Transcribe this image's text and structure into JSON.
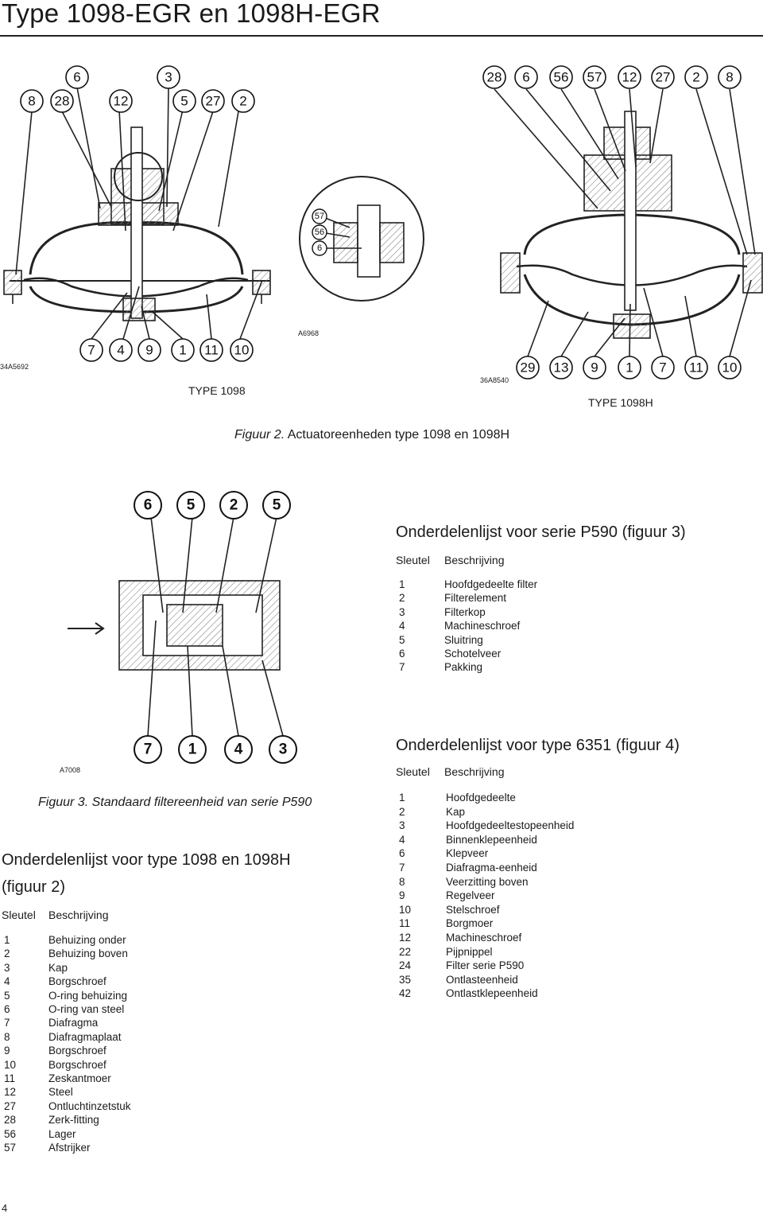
{
  "page": {
    "title": "Type 1098-EGR en 1098H-EGR",
    "page_number": "4"
  },
  "figure2": {
    "left_callouts_top": [
      "6",
      "3",
      "8",
      "28",
      "12",
      "5",
      "27",
      "2"
    ],
    "left_callouts_bottom": [
      "7",
      "4",
      "9",
      "1",
      "11",
      "10"
    ],
    "detail_callouts": [
      "57",
      "56",
      "6"
    ],
    "right_callouts_top": [
      "28",
      "6",
      "56",
      "57",
      "12",
      "27",
      "2",
      "8"
    ],
    "right_callouts_bottom": [
      "29",
      "13",
      "9",
      "1",
      "7",
      "11",
      "10"
    ],
    "code_left": "34A5692",
    "code_detail": "A6968",
    "code_right": "36A8540",
    "label_left": "TYPE 1098",
    "label_right": "TYPE 1098H",
    "caption_prefix": "Figuur 2.",
    "caption_text": "Actuatoreenheden type 1098 en 1098H"
  },
  "figure3": {
    "top_callouts": [
      "6",
      "5",
      "2",
      "5"
    ],
    "bottom_callouts": [
      "7",
      "1",
      "4",
      "3"
    ],
    "code": "A7008",
    "caption_prefix": "Figuur 3.",
    "caption_text": "Standaard filtereenheid van serie P590"
  },
  "list_p590": {
    "title": "Onderdelenlijst voor serie P590 (figuur 3)",
    "col_key": "Sleutel",
    "col_desc": "Beschrijving",
    "items": [
      {
        "key": "1",
        "desc": "Hoofdgedeelte filter"
      },
      {
        "key": "2",
        "desc": "Filterelement"
      },
      {
        "key": "3",
        "desc": "Filterkop"
      },
      {
        "key": "4",
        "desc": "Machineschroef"
      },
      {
        "key": "5",
        "desc": "Sluitring"
      },
      {
        "key": "6",
        "desc": "Schotelveer"
      },
      {
        "key": "7",
        "desc": "Pakking"
      }
    ]
  },
  "list_6351": {
    "title": "Onderdelenlijst voor type 6351 (figuur 4)",
    "col_key": "Sleutel",
    "col_desc": "Beschrijving",
    "items": [
      {
        "key": "1",
        "desc": "Hoofdgedeelte"
      },
      {
        "key": "2",
        "desc": "Kap"
      },
      {
        "key": "3",
        "desc": "Hoofdgedeeltestopeenheid"
      },
      {
        "key": "4",
        "desc": "Binnenklepeenheid"
      },
      {
        "key": "6",
        "desc": "Klepveer"
      },
      {
        "key": "7",
        "desc": "Diafragma-eenheid"
      },
      {
        "key": "8",
        "desc": "Veerzitting boven"
      },
      {
        "key": "9",
        "desc": "Regelveer"
      },
      {
        "key": "10",
        "desc": "Stelschroef"
      },
      {
        "key": "11",
        "desc": "Borgmoer"
      },
      {
        "key": "12",
        "desc": "Machineschroef"
      },
      {
        "key": "22",
        "desc": "Pijpnippel"
      },
      {
        "key": "24",
        "desc": "Filter serie P590"
      },
      {
        "key": "35",
        "desc": "Ontlasteenheid"
      },
      {
        "key": "42",
        "desc": "Ontlastklepeenheid"
      }
    ]
  },
  "list_1098": {
    "title_line1": "Onderdelenlijst voor type 1098 en 1098H",
    "title_line2": "(figuur 2)",
    "col_key": "Sleutel",
    "col_desc": "Beschrijving",
    "items": [
      {
        "key": "1",
        "desc": "Behuizing onder"
      },
      {
        "key": "2",
        "desc": "Behuizing boven"
      },
      {
        "key": "3",
        "desc": "Kap"
      },
      {
        "key": "4",
        "desc": "Borgschroef"
      },
      {
        "key": "5",
        "desc": "O-ring behuizing"
      },
      {
        "key": "6",
        "desc": "O-ring van steel"
      },
      {
        "key": "7",
        "desc": "Diafragma"
      },
      {
        "key": "8",
        "desc": "Diafragmaplaat"
      },
      {
        "key": "9",
        "desc": "Borgschroef"
      },
      {
        "key": "10",
        "desc": "Borgschroef"
      },
      {
        "key": "11",
        "desc": "Zeskantmoer"
      },
      {
        "key": "12",
        "desc": "Steel"
      },
      {
        "key": "27",
        "desc": "Ontluchtinzetstuk"
      },
      {
        "key": "28",
        "desc": "Zerk-fitting"
      },
      {
        "key": "56",
        "desc": "Lager"
      },
      {
        "key": "57",
        "desc": "Afstrijker"
      }
    ]
  }
}
